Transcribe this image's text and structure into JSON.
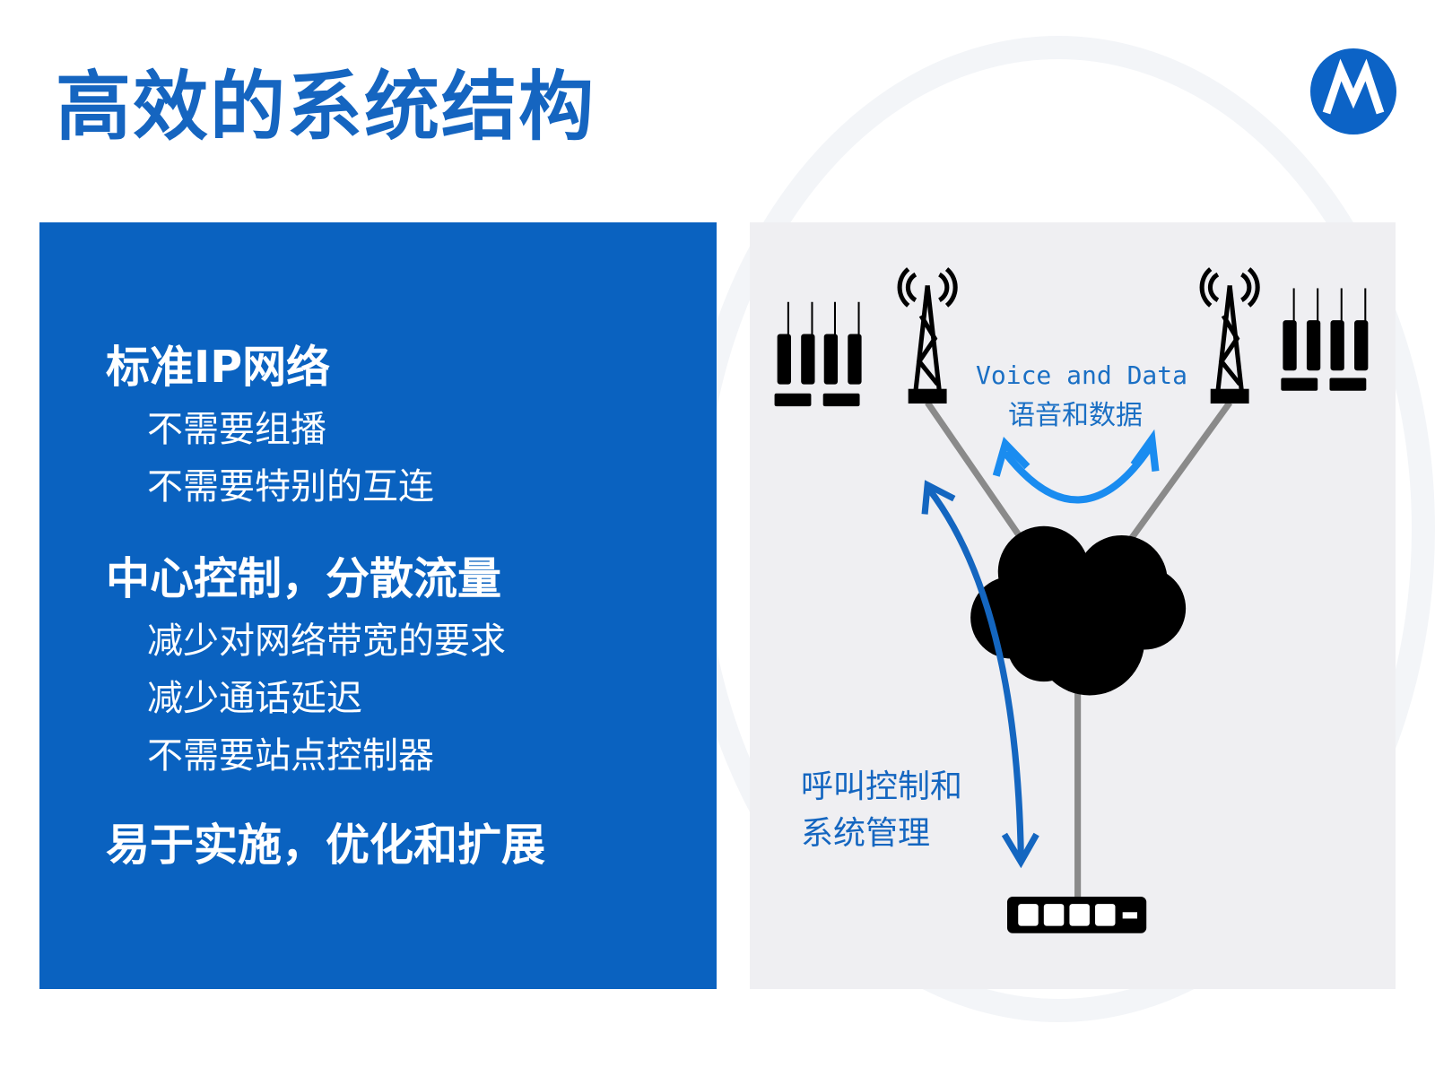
{
  "title": "高效的系统结构",
  "logo": {
    "icon": "motorola-logo-icon",
    "color": "#0c63c6"
  },
  "left_panel": {
    "sections": [
      {
        "heading": "标准IP网络",
        "items": [
          "不需要组播",
          "不需要特别的互连"
        ]
      },
      {
        "heading": "中心控制，分散流量",
        "items": [
          "减少对网络带宽的要求",
          "减少通话延迟",
          "不需要站点控制器"
        ]
      },
      {
        "heading": "易于实施，优化和扩展",
        "items": []
      }
    ]
  },
  "diagram": {
    "voice_data_en": "Voice and Data",
    "voice_data_zh": "语音和数据",
    "call_control_line1": "呼叫控制和",
    "call_control_line2": "系统管理",
    "accent": "#1a6fc4"
  }
}
